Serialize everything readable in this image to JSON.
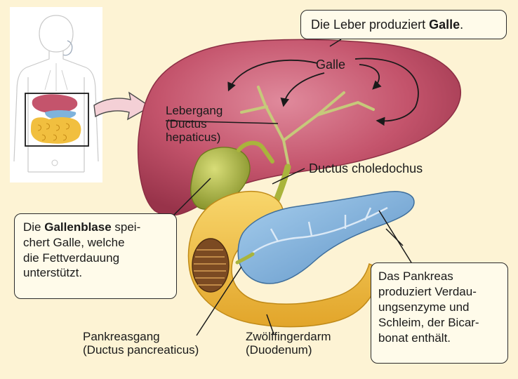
{
  "callouts": {
    "liver": {
      "prefix": "Die Leber produziert ",
      "bold": "Galle",
      "suffix": "."
    },
    "gallbladder": {
      "prefix": "Die ",
      "bold": "Gallenblase",
      "suffix": " spei-",
      "lines": [
        "chert  Galle, welche",
        "die Fettverdauung",
        "unterstützt."
      ]
    },
    "pancreas": {
      "lines": [
        "Das Pankreas",
        "produziert Verdau-",
        "ungsenzyme und",
        "Schleim, der Bicar-",
        "bonat enthält."
      ]
    }
  },
  "labels": {
    "galle": "Galle",
    "lebergang": [
      "Lebergang",
      "(Ductus",
      "hepaticus)"
    ],
    "choledochus": "Ductus choledochus",
    "pankreasgang": [
      "Pankreasgang",
      "(Ductus pancreaticus)"
    ],
    "duodenum": [
      "Zwölffingerdarm",
      "(Duodenum)"
    ]
  },
  "colors": {
    "background": "#fdf3d4",
    "liver": "#c4546c",
    "gallbladder": "#a9b43c",
    "duodenum": "#f1bf3f",
    "pancreas": "#7fb3dc",
    "callout_border": "#2a2a2a"
  },
  "icons": {
    "body_thumbnail": "human-torso-icon",
    "pointer_arrow": "arrow-right-icon"
  }
}
